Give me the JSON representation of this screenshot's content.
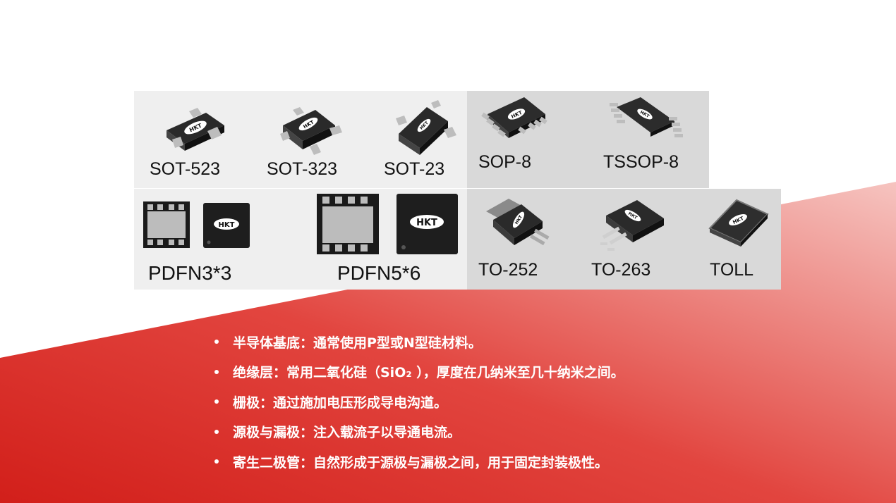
{
  "colors": {
    "accent_red": "#d8231e",
    "panel_light": "#efefef",
    "panel_gray": "#d8d8d8"
  },
  "packages": {
    "sot523": "SOT-523",
    "sot323": "SOT-323",
    "sot23": "SOT-23",
    "sop8": "SOP-8",
    "tssop8": "TSSOP-8",
    "pdfn33": "PDFN3*3",
    "pdfn56": "PDFN5*6",
    "to252": "TO-252",
    "to263": "TO-263",
    "toll": "TOLL"
  },
  "chip_marking": "HKT",
  "bullets": [
    "半导体基底：通常使用P型或N型硅材料。",
    "绝缘层：常用二氧化硅（SiO₂ ），厚度在几纳米至几十纳米之间。",
    "栅极：通过施加电压形成导电沟道。",
    "源极与漏极：注入载流子以导通电流。",
    "寄生二极管：自然形成于源极与漏极之间，用于固定封装极性。"
  ]
}
